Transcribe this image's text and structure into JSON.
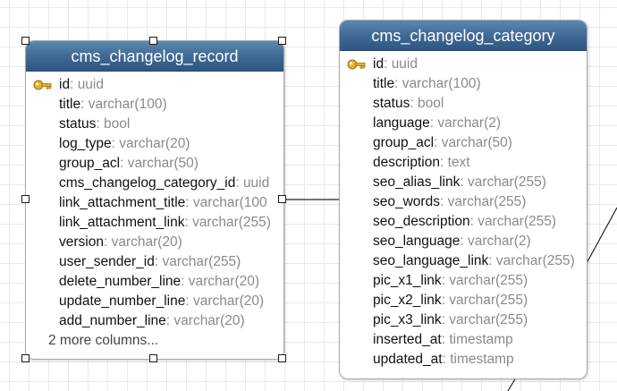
{
  "entities": {
    "record": {
      "title": "cms_changelog_record",
      "columns": [
        {
          "name": "id",
          "type": "uuid",
          "key": true
        },
        {
          "name": "title",
          "type": "varchar(100)"
        },
        {
          "name": "status",
          "type": "bool"
        },
        {
          "name": "log_type",
          "type": "varchar(20)"
        },
        {
          "name": "group_acl",
          "type": "varchar(50)"
        },
        {
          "name": "cms_changelog_category_id",
          "type": "uuid"
        },
        {
          "name": "link_attachment_title",
          "type": "varchar(100"
        },
        {
          "name": "link_attachment_link",
          "type": "varchar(255)"
        },
        {
          "name": "version",
          "type": "varchar(20)"
        },
        {
          "name": "user_sender_id",
          "type": "varchar(255)"
        },
        {
          "name": "delete_number_line",
          "type": "varchar(20)"
        },
        {
          "name": "update_number_line",
          "type": "varchar(20)"
        },
        {
          "name": "add_number_line",
          "type": "varchar(20)"
        }
      ],
      "more": "2 more columns..."
    },
    "category": {
      "title": "cms_changelog_category",
      "columns": [
        {
          "name": "id",
          "type": "uuid",
          "key": true
        },
        {
          "name": "title",
          "type": "varchar(100)"
        },
        {
          "name": "status",
          "type": "bool"
        },
        {
          "name": "language",
          "type": "varchar(2)"
        },
        {
          "name": "group_acl",
          "type": "varchar(50)"
        },
        {
          "name": "description",
          "type": "text"
        },
        {
          "name": "seo_alias_link",
          "type": "varchar(255)"
        },
        {
          "name": "seo_words",
          "type": "varchar(255)"
        },
        {
          "name": "seo_description",
          "type": "varchar(255)"
        },
        {
          "name": "seo_language",
          "type": "varchar(2)"
        },
        {
          "name": "seo_language_link",
          "type": "varchar(255)"
        },
        {
          "name": "pic_x1_link",
          "type": "varchar(255)"
        },
        {
          "name": "pic_x2_link",
          "type": "varchar(255)"
        },
        {
          "name": "pic_x3_link",
          "type": "varchar(255)"
        },
        {
          "name": "inserted_at",
          "type": "timestamp"
        },
        {
          "name": "updated_at",
          "type": "timestamp"
        }
      ]
    }
  },
  "colors": {
    "header_start": "#5b87b0",
    "header_end": "#2d5682",
    "column_name": "#111111",
    "column_type": "#8a8a8a",
    "grid": "#e9e9e9",
    "key_icon": "#e3b02c"
  },
  "icons": {
    "primary_key": "key-icon"
  }
}
